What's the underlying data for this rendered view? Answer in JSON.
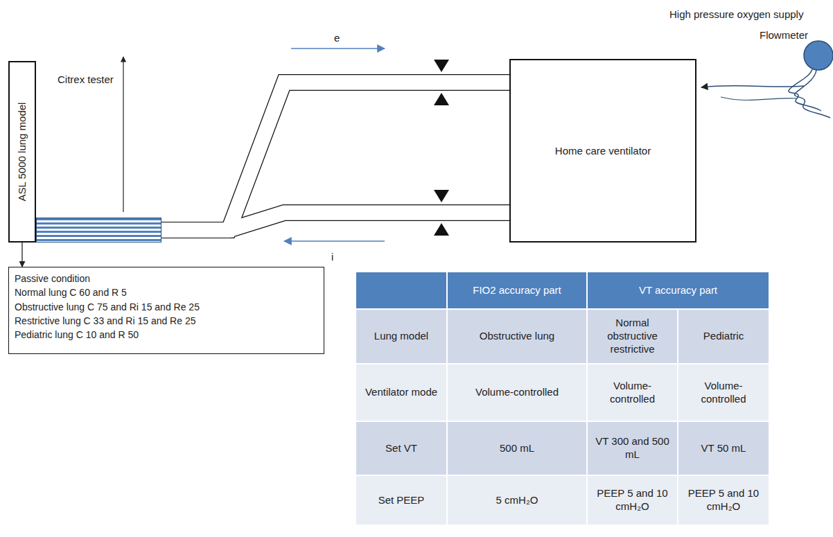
{
  "diagram": {
    "nodes": [
      {
        "text": [
          "ASL 5000 lung model"
        ]
      },
      {
        "text": [
          "Citrex tester"
        ]
      },
      {
        "text": [
          "Home care ventilator"
        ]
      },
      {
        "text": [
          "Passive condition",
          "Normal lung C 60 and R 5",
          "Obstructive lung C 75 and Ri 15 and Re 25",
          "Restrictive lung C 33 and Ri 15 and Re 25",
          "Pediatric lung C 10 and R 50"
        ]
      }
    ],
    "edges": [
      {
        "from": 1,
        "to": 2,
        "arrow": "none"
      },
      {
        "from": 1,
        "to": 2,
        "arrow": "none"
      },
      {
        "from": 0,
        "to": 3,
        "arrow": "to"
      }
    ],
    "labels": [
      "High pressure oxygen supply",
      "Flowmeter",
      "e",
      "i",
      "FIO2 accuracy part",
      "VT accuracy part",
      "Lung model",
      "Obstructive lung",
      "Normal obstructive restrictive",
      "Pediatric",
      "Ventilator mode",
      "Volume-controlled",
      "Volume-controlled",
      "Volume-controlled",
      "Set VT",
      "500 mL",
      "VT 300 and 500 mL",
      "VT 50 mL",
      "Set PEEP",
      "5 cmH₂O",
      "PEEP 5 and 10 cmH₂O",
      "PEEP 5 and 10 cmH₂O"
    ]
  }
}
